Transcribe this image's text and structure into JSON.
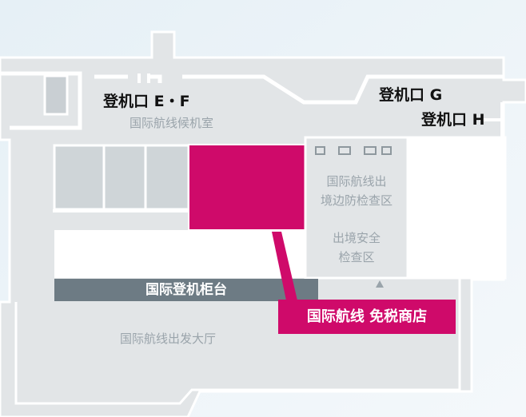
{
  "gates": {
    "ef": "登机口 E・F",
    "g": "登机口 G",
    "h": "登机口 H"
  },
  "areas": {
    "waiting_room": "国际航线候机室",
    "immigration_line1": "国际航线出",
    "immigration_line2": "境边防检查区",
    "security_line1": "出境安全",
    "security_line2": "检查区",
    "departure_hall": "国际航线出发大厅"
  },
  "counter": {
    "label": "国际登机柜台"
  },
  "shop": {
    "callout": "国际航线 免税商店",
    "color": "#cf0a6a"
  },
  "colors": {
    "background": "#e9f2f7",
    "floor": "#e3e6e8",
    "wall": "#ffffff",
    "counter": "#6d7b84",
    "highlight": "#cf0a6a"
  }
}
